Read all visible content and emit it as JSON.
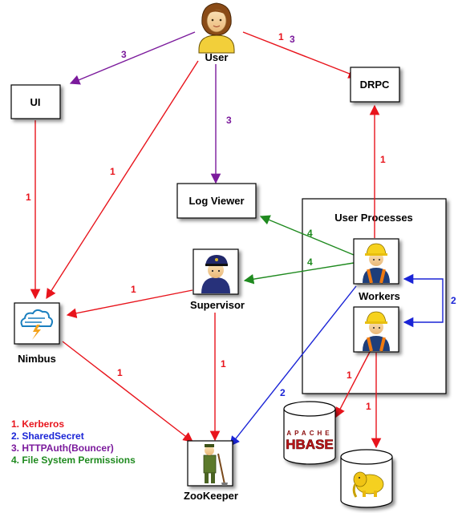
{
  "nodes": {
    "user": {
      "label": "User"
    },
    "ui": {
      "label": "UI"
    },
    "drpc": {
      "label": "DRPC"
    },
    "log_viewer": {
      "label": "Log Viewer"
    },
    "user_processes": {
      "label": "User Processes"
    },
    "workers": {
      "label": "Workers"
    },
    "supervisor": {
      "label": "Supervisor"
    },
    "nimbus": {
      "label": "Nimbus"
    },
    "zookeeper": {
      "label": "ZooKeeper"
    },
    "hbase": {
      "label": "HBASE",
      "brand_prefix": "APACHE"
    }
  },
  "edge_labels": {
    "user_ui": "3",
    "user_drpc_a": "1",
    "user_drpc_b": "3",
    "user_logviewer": "3",
    "user_nimbus": "1",
    "ui_nimbus": "1",
    "workers_drpc": "1",
    "workers_logviewer": "4",
    "workers_supervisor": "4",
    "workers_loop": "2",
    "supervisor_nimbus": "1",
    "supervisor_zookeeper": "1",
    "nimbus_zookeeper": "1",
    "workers_zookeeper": "2",
    "worker_hbase": "1",
    "worker_hadoop": "1"
  },
  "legend": [
    {
      "text": "1. Kerberos",
      "color": "#e8141c"
    },
    {
      "text": "2. SharedSecret",
      "color": "#1a24d6"
    },
    {
      "text": "3. HTTPAuth(Bouncer)",
      "color": "#7b1a9c"
    },
    {
      "text": "4. File System Permissions",
      "color": "#1f8a1f"
    }
  ],
  "colors": {
    "kerberos": "#e8141c",
    "shared_secret": "#1a24d6",
    "http_auth": "#7b1a9c",
    "fs_permissions": "#1f8a1f"
  },
  "icons": {
    "user": "user-avatar-icon",
    "supervisor": "police-officer-icon",
    "workers": "construction-worker-icon",
    "nimbus": "storm-cloud-icon",
    "zookeeper": "zookeeper-icon",
    "hadoop": "hadoop-elephant-icon"
  }
}
